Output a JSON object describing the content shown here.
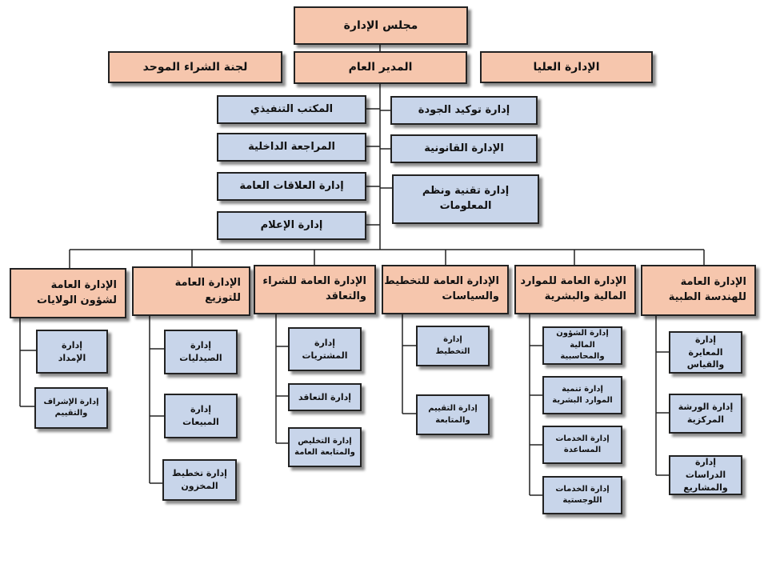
{
  "top": {
    "board": "مجلس الإدارة",
    "gm": "المدير العام",
    "supreme": "الإدارة العليا",
    "procurement_committee": "لجنة الشراء الموحد"
  },
  "staff_right": [
    "إدارة توكيد الجودة",
    "الإدارة القانونية",
    "إدارة تقنية ونظم المعلومات"
  ],
  "staff_left": [
    "المكتب التنفيذي",
    "المراجعة الداخلية",
    "إدارة العلاقات العامة",
    "إدارة الإعلام"
  ],
  "departments": [
    {
      "title": "الإدارة العامة للهندسة الطبية",
      "subs": [
        "إدارة المعايرة والقياس",
        "إدارة الورشة المركزية",
        "إدارة الدراسات والمشاريع"
      ]
    },
    {
      "title": "الإدارة العامة للموارد المالية والبشرية",
      "subs": [
        "إدارة الشؤون المالية والمحاسبية",
        "إدارة تنمية الموارد البشرية",
        "إدارة الخدمات المساعدة",
        "إدارة الخدمات اللوجستية"
      ]
    },
    {
      "title": "الإدارة العامة للتخطيط والسياسات",
      "subs": [
        "إدارة التخطيط",
        "إدارة التقييم والمتابعة"
      ]
    },
    {
      "title": "الإدارة العامة للشراء والتعاقد",
      "subs": [
        "إدارة المشتريات",
        "إدارة التعاقد",
        "إدارة التخليص والمتابعة العامة"
      ]
    },
    {
      "title": "الإدارة العامة للتوزيع",
      "subs": [
        "إدارة الصيدليات",
        "إدارة المبيعات",
        "إدارة تخطيط المخزون"
      ]
    },
    {
      "title": "الإدارة العامة لشؤون الولايات",
      "subs": [
        "إدارة الإمداد",
        "إدارة الإشراف والتقييم"
      ]
    }
  ],
  "colors": {
    "primary_box": "#f6c6ad",
    "secondary_box": "#c8d5ea",
    "line": "#222222"
  }
}
